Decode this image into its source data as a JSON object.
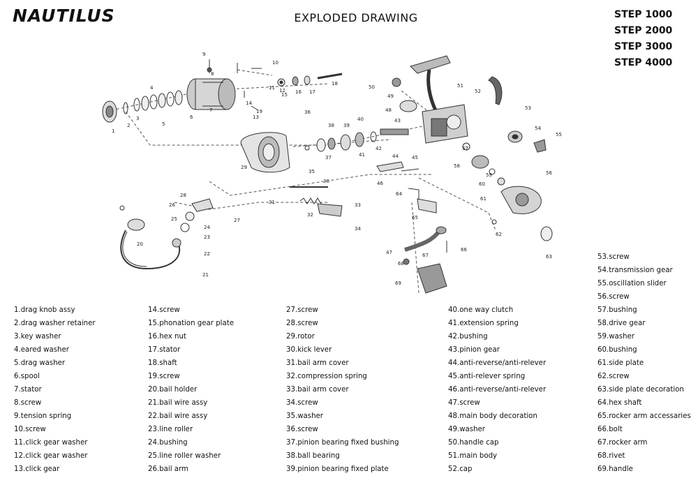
{
  "header": {
    "logo": "NAUTILUS",
    "title": "EXPLODED DRAWING",
    "models": [
      "STEP 1000",
      "STEP 2000",
      "STEP 3000",
      "STEP 4000"
    ]
  },
  "drawing_labels": [
    "1",
    "2",
    "3",
    "4",
    "5",
    "6",
    "7",
    "8",
    "9",
    "10",
    "11",
    "12",
    "13",
    "14",
    "15",
    "16",
    "17",
    "18",
    "19",
    "20",
    "21",
    "22",
    "23",
    "24",
    "25",
    "26",
    "27",
    "28",
    "29",
    "30",
    "31",
    "32",
    "33",
    "34",
    "35",
    "36",
    "37",
    "38",
    "39",
    "40",
    "41",
    "42",
    "43",
    "44",
    "45",
    "46",
    "47",
    "48",
    "49",
    "50",
    "51",
    "52",
    "53",
    "54",
    "55",
    "56",
    "57",
    "58",
    "59",
    "60",
    "61",
    "62",
    "63",
    "64",
    "65",
    "66",
    "67",
    "68",
    "69"
  ],
  "parts": {
    "col1": [
      "1.drag knob assy",
      "2.drag washer retainer",
      "3.key washer",
      "4.eared washer",
      "5.drag washer",
      "6.spool",
      "7.stator",
      "8.screw",
      "9.tension spring",
      "10.screw",
      "11.click gear washer",
      "12.click gear washer",
      "13.click gear"
    ],
    "col2": [
      "14.screw",
      "15.phonation gear plate",
      "16.hex nut",
      "17.stator",
      "18.shaft",
      "19.screw",
      "20.bail holder",
      "21.bail wire assy",
      "22.bail wire assy",
      "23.line roller",
      "24.bushing",
      "25.line roller washer",
      "26.bail arm"
    ],
    "col3": [
      "27.screw",
      "28.screw",
      "29.rotor",
      "30.kick lever",
      "31.bail arm cover",
      "32.compression spring",
      "33.bail arm cover",
      "34.screw",
      "35.washer",
      "36.screw",
      "37.pinion bearing fixed bushing",
      "38.ball bearing",
      "39.pinion bearing fixed plate"
    ],
    "col4": [
      "40.one way clutch",
      "41.extension spring",
      "42.bushing",
      "43.pinion gear",
      "44.anti-reverse/anti-relever",
      "45.anti-relever spring",
      "46.anti-reverse/anti-relever",
      "47.screw",
      "48.main body decoration",
      "49.washer",
      "50.handle cap",
      "51.main body",
      "52.cap"
    ],
    "col5": [
      "53.screw",
      "54.transmission gear",
      "55.oscillation slider",
      "56.screw",
      "57.bushing",
      "58.drive gear",
      "59.washer",
      "60.bushing",
      "61.side plate",
      "62.screw",
      "63.side plate decoration",
      "64.hex shaft",
      "65.rocker arm accessaries",
      "66.bolt",
      "67.rocker arm",
      "68.rivet",
      "69.handle"
    ]
  }
}
